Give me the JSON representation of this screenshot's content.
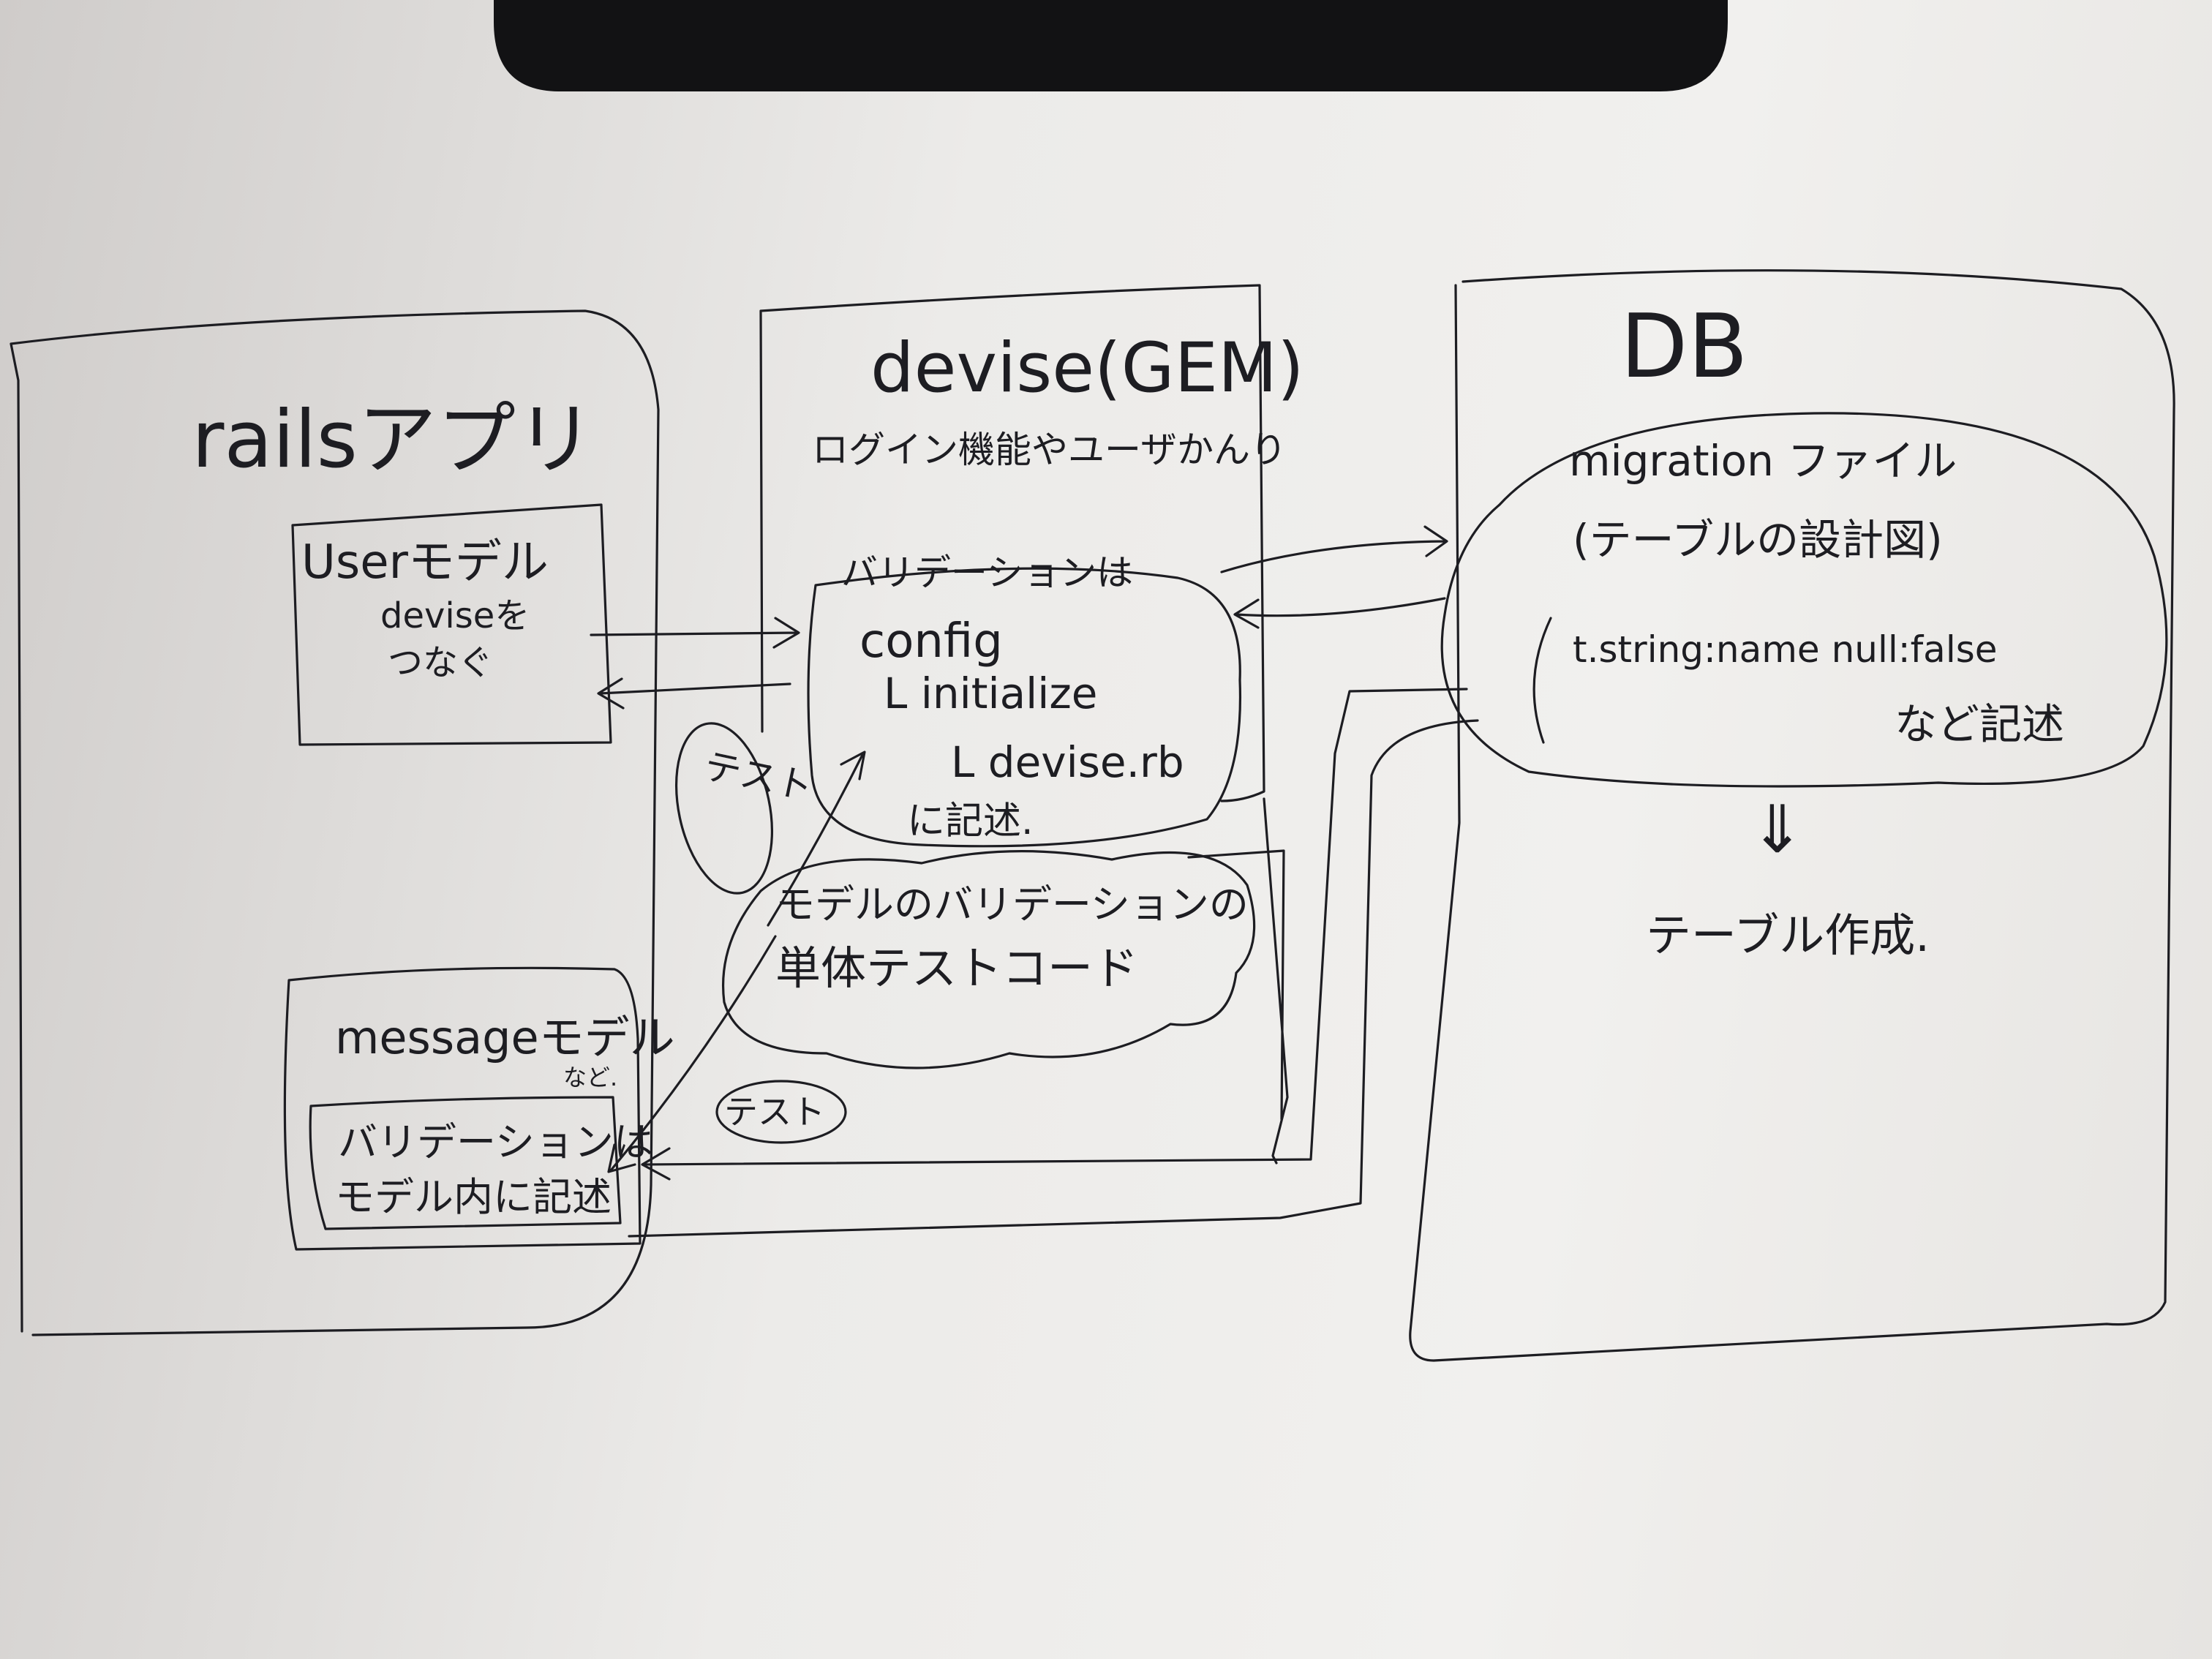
{
  "rails_app": {
    "title": "railsアプリ",
    "user_model": {
      "title": "Userモデル",
      "note_line1": "deviseを",
      "note_line2": "つなぐ"
    },
    "message_model": {
      "title": "messageモデル",
      "etc": "など.",
      "validation_line1": "バリデーションは",
      "validation_line2": "モデル内に記述"
    }
  },
  "devise": {
    "title": "devise(GEM)",
    "subtitle": "ログイン機能やユーザかんり",
    "validation_intro": "バリデーションは",
    "path_root": "config",
    "path_child": "L initialize",
    "path_file": "L devise.rb",
    "path_outro": "に記述."
  },
  "unit_test": {
    "line1": "モデルのバリデーションの",
    "line2": "単体テストコード",
    "label_test_upper": "テスト",
    "label_test_lower": "テスト"
  },
  "db": {
    "title": "DB",
    "migration_title": "migration ファイル",
    "migration_subtitle": "(テーブルの設計図)",
    "code_line": "t.string:name null:false",
    "code_suffix": "など記述",
    "arrow": "⇓",
    "result": "テーブル作成."
  }
}
